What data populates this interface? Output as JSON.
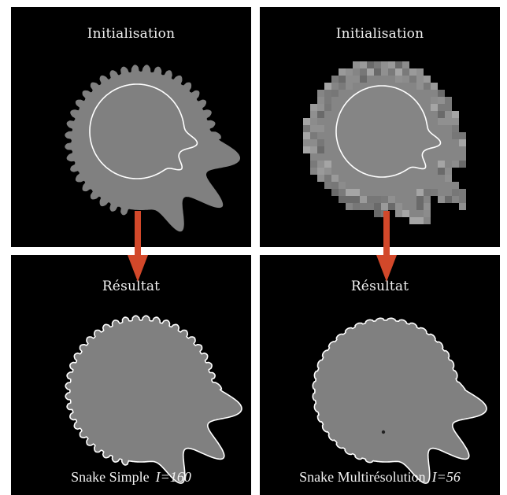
{
  "panels": {
    "top_left": {
      "title": "Initialisation"
    },
    "top_right": {
      "title": "Initialisation"
    },
    "bottom_left": {
      "title": "Résultat",
      "caption_method": "Snake Simple",
      "caption_iter": "I=160"
    },
    "bottom_right": {
      "title": "Résultat",
      "caption_method": "Snake Multirésolution",
      "caption_iter": "I=56"
    }
  },
  "colors": {
    "background": "#000000",
    "shape": "#808080",
    "contour": "#ffffff",
    "arrow": "#d2482a"
  }
}
